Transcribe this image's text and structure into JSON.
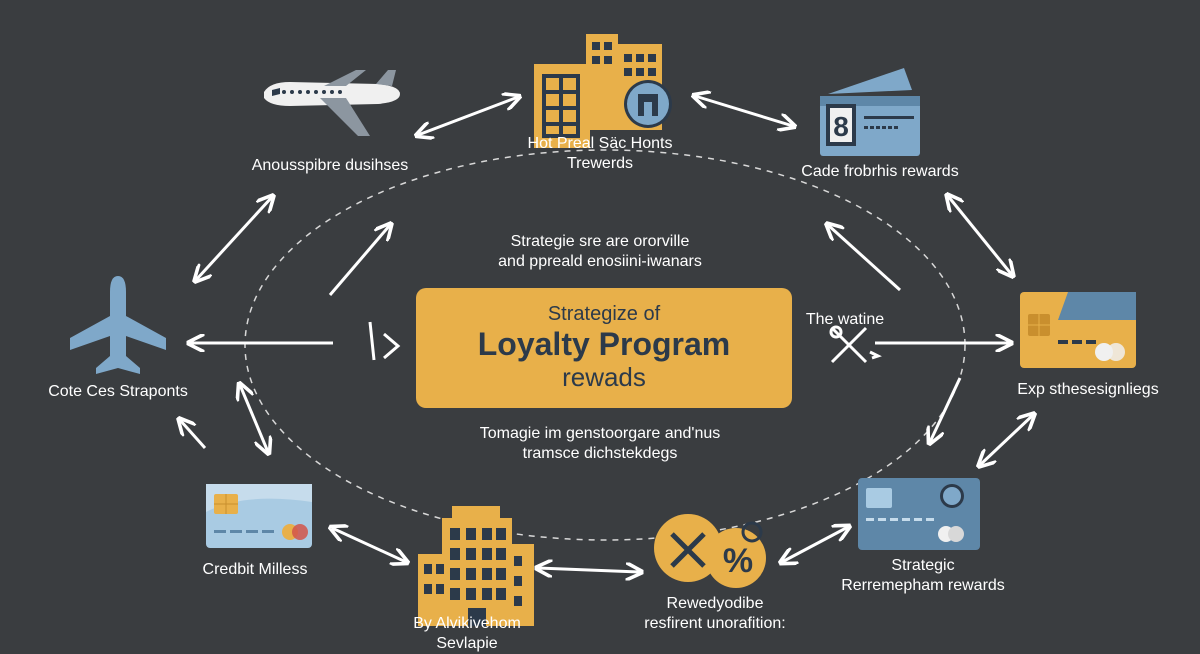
{
  "colors": {
    "background": "#3a3d40",
    "accent_gold": "#e8b04a",
    "accent_blue": "#7fa8c9",
    "dark_navy": "#2c3a4a",
    "arrow": "#ffffff"
  },
  "center": {
    "line1": "Strategize of",
    "line2": "Loyalty Program",
    "line3": "rewads"
  },
  "labels": {
    "plane_top": "Anousspibre dusihses",
    "hotel_top": [
      "Hot Preal Säc Honts",
      "Trewerds"
    ],
    "card_top_right": "Cade frobrhis rewards",
    "plane_left": "Cote Ces Straponts",
    "card_right": "Exp sthesesignliegs",
    "card_bottom_left": "Credbit Milless",
    "building_bottom": [
      "By Alvikivehom",
      "Sevlapie"
    ],
    "percent_bottom": [
      "Rewedyodibe",
      "resfirent unorafition:"
    ],
    "card_bottom_right": [
      "Strategic",
      "Rerremepham rewards"
    ],
    "mid_top": [
      "Strategie sre are ororville",
      "and ppreald enosiini-iwanars"
    ],
    "mid_bottom": [
      "Tomagie im genstoorgare and'nus",
      "tramsce dichstekdegs"
    ],
    "mid_right": "The watine"
  },
  "icons": {
    "plane_top": "airplane-icon",
    "hotel_top": "hotel-building-icon",
    "card_top_right": "gift-card-icon",
    "plane_left": "airplane-icon",
    "card_right": "credit-card-icon",
    "card_bottom_left": "credit-card-icon",
    "building_bottom": "office-building-icon",
    "percent_bottom": "discount-percent-icon",
    "card_bottom_right": "credit-card-icon",
    "tools_right": "tools-icon"
  }
}
